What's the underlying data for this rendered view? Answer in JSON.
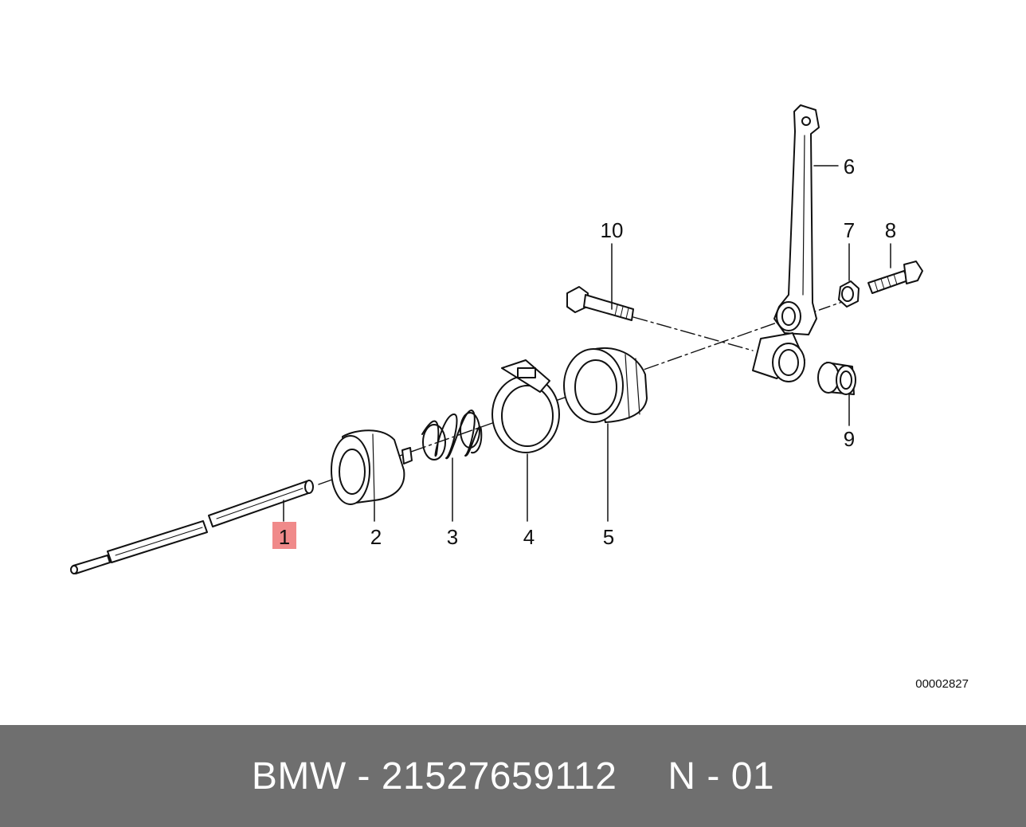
{
  "diagram": {
    "drawing_number": "00002827",
    "highlight_color": "#f08a8a",
    "callouts": [
      {
        "id": "1",
        "label": "1",
        "highlighted": true
      },
      {
        "id": "2",
        "label": "2",
        "highlighted": false
      },
      {
        "id": "3",
        "label": "3",
        "highlighted": false
      },
      {
        "id": "4",
        "label": "4",
        "highlighted": false
      },
      {
        "id": "5",
        "label": "5",
        "highlighted": false
      },
      {
        "id": "6",
        "label": "6",
        "highlighted": false
      },
      {
        "id": "7",
        "label": "7",
        "highlighted": false
      },
      {
        "id": "8",
        "label": "8",
        "highlighted": false
      },
      {
        "id": "9",
        "label": "9",
        "highlighted": false
      },
      {
        "id": "10",
        "label": "10",
        "highlighted": false
      }
    ]
  },
  "footer": {
    "part_text": "BMW - 21527659112",
    "position_text": "N - 01",
    "background": "#6f6f6f"
  }
}
